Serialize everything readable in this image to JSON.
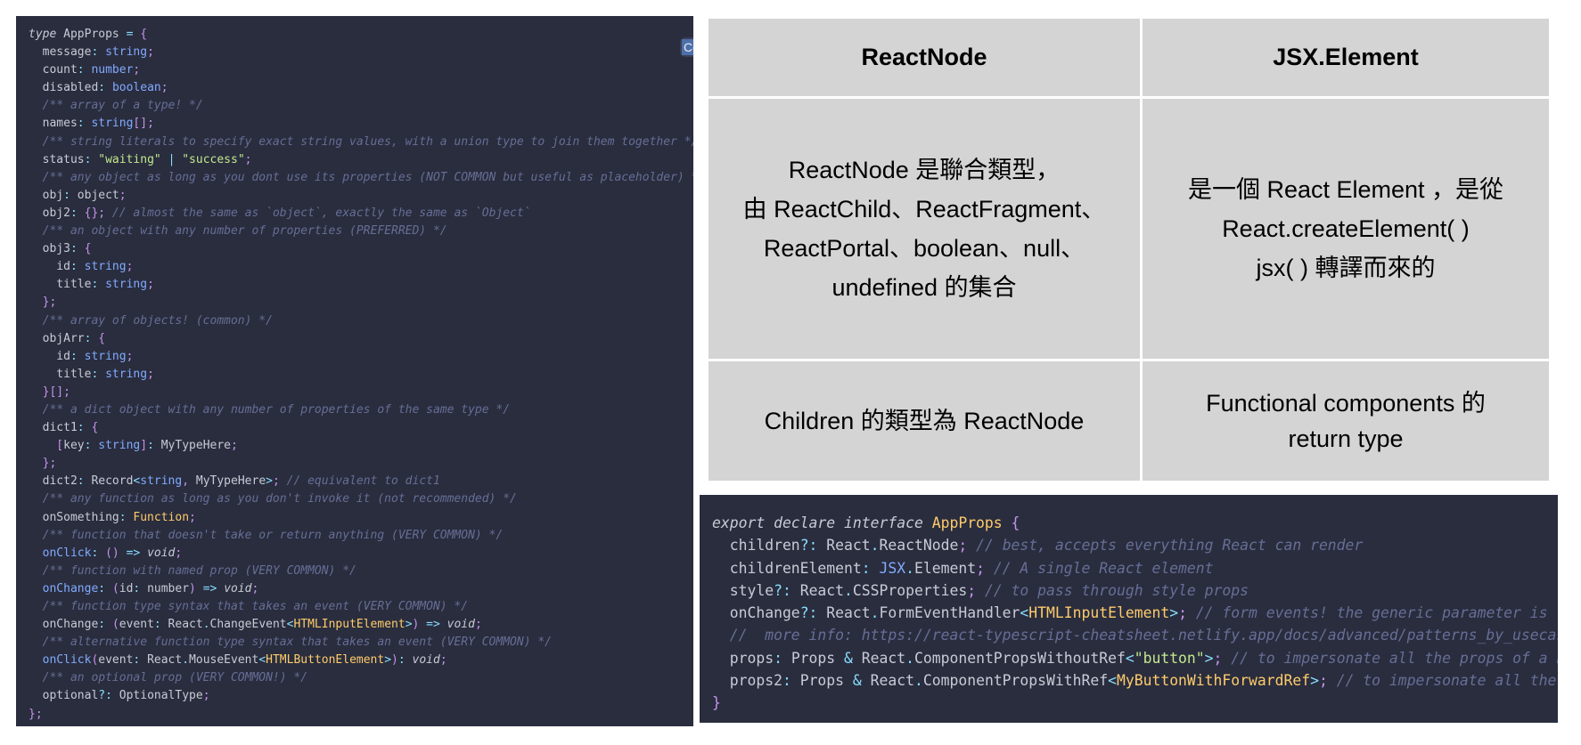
{
  "left_code": {
    "copy_label": "Copy",
    "lines": [
      [
        [
          "kw",
          "type"
        ],
        [
          "",
          " AppProps "
        ],
        [
          "op",
          "="
        ],
        [
          "",
          " "
        ],
        [
          "p",
          "{"
        ]
      ],
      [
        [
          "",
          "  message"
        ],
        [
          "op",
          ":"
        ],
        [
          "",
          " "
        ],
        [
          "t",
          "string"
        ],
        [
          "p",
          ";"
        ]
      ],
      [
        [
          "",
          "  count"
        ],
        [
          "op",
          ":"
        ],
        [
          "",
          " "
        ],
        [
          "t",
          "number"
        ],
        [
          "p",
          ";"
        ]
      ],
      [
        [
          "",
          "  disabled"
        ],
        [
          "op",
          ":"
        ],
        [
          "",
          " "
        ],
        [
          "t",
          "boolean"
        ],
        [
          "p",
          ";"
        ]
      ],
      [
        [
          "c",
          "  /** array of a type! */"
        ]
      ],
      [
        [
          "",
          "  names"
        ],
        [
          "op",
          ":"
        ],
        [
          "",
          " "
        ],
        [
          "t",
          "string"
        ],
        [
          "p",
          "[];"
        ]
      ],
      [
        [
          "c",
          "  /** string literals to specify exact string values, with a union type to join them together */"
        ]
      ],
      [
        [
          "",
          "  status"
        ],
        [
          "op",
          ":"
        ],
        [
          "",
          " "
        ],
        [
          "s",
          "\"waiting\""
        ],
        [
          "",
          " "
        ],
        [
          "op",
          "|"
        ],
        [
          "",
          " "
        ],
        [
          "s",
          "\"success\""
        ],
        [
          "p",
          ";"
        ]
      ],
      [
        [
          "c",
          "  /** any object as long as you dont use its properties (NOT COMMON but useful as placeholder) */"
        ]
      ],
      [
        [
          "",
          "  obj"
        ],
        [
          "op",
          ":"
        ],
        [
          "",
          " object"
        ],
        [
          "p",
          ";"
        ]
      ],
      [
        [
          "",
          "  obj2"
        ],
        [
          "op",
          ":"
        ],
        [
          "",
          " "
        ],
        [
          "p",
          "{};"
        ],
        [
          "c",
          " // almost the same as `object`, exactly the same as `Object`"
        ]
      ],
      [
        [
          "c",
          "  /** an object with any number of properties (PREFERRED) */"
        ]
      ],
      [
        [
          "",
          "  obj3"
        ],
        [
          "op",
          ":"
        ],
        [
          "",
          " "
        ],
        [
          "p",
          "{"
        ]
      ],
      [
        [
          "",
          "    id"
        ],
        [
          "op",
          ":"
        ],
        [
          "",
          " "
        ],
        [
          "t",
          "string"
        ],
        [
          "p",
          ";"
        ]
      ],
      [
        [
          "",
          "    title"
        ],
        [
          "op",
          ":"
        ],
        [
          "",
          " "
        ],
        [
          "t",
          "string"
        ],
        [
          "p",
          ";"
        ]
      ],
      [
        [
          "p",
          "  };"
        ]
      ],
      [
        [
          "c",
          "  /** array of objects! (common) */"
        ]
      ],
      [
        [
          "",
          "  objArr"
        ],
        [
          "op",
          ":"
        ],
        [
          "",
          " "
        ],
        [
          "p",
          "{"
        ]
      ],
      [
        [
          "",
          "    id"
        ],
        [
          "op",
          ":"
        ],
        [
          "",
          " "
        ],
        [
          "t",
          "string"
        ],
        [
          "p",
          ";"
        ]
      ],
      [
        [
          "",
          "    title"
        ],
        [
          "op",
          ":"
        ],
        [
          "",
          " "
        ],
        [
          "t",
          "string"
        ],
        [
          "p",
          ";"
        ]
      ],
      [
        [
          "p",
          "  }[];"
        ]
      ],
      [
        [
          "c",
          "  /** a dict object with any number of properties of the same type */"
        ]
      ],
      [
        [
          "",
          "  dict1"
        ],
        [
          "op",
          ":"
        ],
        [
          "",
          " "
        ],
        [
          "p",
          "{"
        ]
      ],
      [
        [
          "p",
          "    ["
        ],
        [
          "",
          "key"
        ],
        [
          "op",
          ":"
        ],
        [
          "",
          " "
        ],
        [
          "t",
          "string"
        ],
        [
          "p",
          "]"
        ],
        [
          "op",
          ":"
        ],
        [
          "",
          " MyTypeHere"
        ],
        [
          "p",
          ";"
        ]
      ],
      [
        [
          "p",
          "  };"
        ]
      ],
      [
        [
          "",
          "  dict2"
        ],
        [
          "op",
          ":"
        ],
        [
          "",
          " Record"
        ],
        [
          "op",
          "<"
        ],
        [
          "t",
          "string"
        ],
        [
          "p",
          ","
        ],
        [
          "",
          " MyTypeHere"
        ],
        [
          "op",
          ">"
        ],
        [
          "p",
          ";"
        ],
        [
          "c",
          " // equivalent to dict1"
        ]
      ],
      [
        [
          "c",
          "  /** any function as long as you don't invoke it (not recommended) */"
        ]
      ],
      [
        [
          "",
          "  onSomething"
        ],
        [
          "op",
          ":"
        ],
        [
          "",
          " "
        ],
        [
          "y",
          "Function"
        ],
        [
          "p",
          ";"
        ]
      ],
      [
        [
          "c",
          "  /** function that doesn't take or return anything (VERY COMMON) */"
        ]
      ],
      [
        [
          "f",
          "  onClick"
        ],
        [
          "op",
          ":"
        ],
        [
          "",
          " "
        ],
        [
          "p",
          "()"
        ],
        [
          "",
          " "
        ],
        [
          "op",
          "=>"
        ],
        [
          "",
          " "
        ],
        [
          "v",
          "void"
        ],
        [
          "p",
          ";"
        ]
      ],
      [
        [
          "c",
          "  /** function with named prop (VERY COMMON) */"
        ]
      ],
      [
        [
          "f",
          "  onChange"
        ],
        [
          "op",
          ":"
        ],
        [
          "",
          " "
        ],
        [
          "p",
          "("
        ],
        [
          "",
          "id"
        ],
        [
          "op",
          ":"
        ],
        [
          "",
          " number"
        ],
        [
          "p",
          ")"
        ],
        [
          "",
          " "
        ],
        [
          "op",
          "=>"
        ],
        [
          "",
          " "
        ],
        [
          "v",
          "void"
        ],
        [
          "p",
          ";"
        ]
      ],
      [
        [
          "c",
          "  /** function type syntax that takes an event (VERY COMMON) */"
        ]
      ],
      [
        [
          "",
          "  onChange"
        ],
        [
          "op",
          ":"
        ],
        [
          "",
          " "
        ],
        [
          "p",
          "("
        ],
        [
          "",
          "event"
        ],
        [
          "op",
          ":"
        ],
        [
          "",
          " React"
        ],
        [
          "op",
          "."
        ],
        [
          "",
          "ChangeEvent"
        ],
        [
          "op",
          "<"
        ],
        [
          "y",
          "HTMLInputElement"
        ],
        [
          "op",
          ">"
        ],
        [
          "p",
          ")"
        ],
        [
          "",
          " "
        ],
        [
          "op",
          "=>"
        ],
        [
          "",
          " "
        ],
        [
          "v",
          "void"
        ],
        [
          "p",
          ";"
        ]
      ],
      [
        [
          "c",
          "  /** alternative function type syntax that takes an event (VERY COMMON) */"
        ]
      ],
      [
        [
          "f",
          "  onClick"
        ],
        [
          "p",
          "("
        ],
        [
          "",
          "event"
        ],
        [
          "op",
          ":"
        ],
        [
          "",
          " React"
        ],
        [
          "op",
          "."
        ],
        [
          "",
          "MouseEvent"
        ],
        [
          "op",
          "<"
        ],
        [
          "y",
          "HTMLButtonElement"
        ],
        [
          "op",
          ">"
        ],
        [
          "p",
          ")"
        ],
        [
          "op",
          ":"
        ],
        [
          "",
          " "
        ],
        [
          "v",
          "void"
        ],
        [
          "p",
          ";"
        ]
      ],
      [
        [
          "c",
          "  /** an optional prop (VERY COMMON!) */"
        ]
      ],
      [
        [
          "",
          "  optional"
        ],
        [
          "op",
          "?:"
        ],
        [
          "",
          " OptionalType"
        ],
        [
          "p",
          ";"
        ]
      ],
      [
        [
          "p",
          "};"
        ]
      ]
    ]
  },
  "table": {
    "headers": [
      "ReactNode",
      "JSX.Element"
    ],
    "rows": [
      [
        "ReactNode 是聯合類型，\n由 ReactChild、ReactFragment、\nReactPortal、boolean、null、\nundefined 的集合",
        "是一個 React Element ，是從\nReact.createElement( )\njsx( ) 轉譯而來的"
      ],
      [
        "Children 的類型為 ReactNode",
        "Functional components 的\nreturn type"
      ]
    ]
  },
  "bottom_code": {
    "lines": [
      [
        [
          "kw",
          "export declare interface"
        ],
        [
          "",
          " "
        ],
        [
          "y",
          "AppProps"
        ],
        [
          "",
          " "
        ],
        [
          "p",
          "{"
        ]
      ],
      [
        [
          "",
          "  children"
        ],
        [
          "op",
          "?:"
        ],
        [
          "",
          " React"
        ],
        [
          "op",
          "."
        ],
        [
          "",
          "ReactNode"
        ],
        [
          "p",
          ";"
        ],
        [
          "c",
          " // best, accepts everything React can render"
        ]
      ],
      [
        [
          "",
          "  childrenElement"
        ],
        [
          "op",
          ":"
        ],
        [
          "",
          " "
        ],
        [
          "t",
          "JSX"
        ],
        [
          "op",
          "."
        ],
        [
          "",
          "Element"
        ],
        [
          "p",
          ";"
        ],
        [
          "c",
          " // A single React element"
        ]
      ],
      [
        [
          "",
          "  style"
        ],
        [
          "op",
          "?:"
        ],
        [
          "",
          " React"
        ],
        [
          "op",
          "."
        ],
        [
          "",
          "CSSProperties"
        ],
        [
          "p",
          ";"
        ],
        [
          "c",
          " // to pass through style props"
        ]
      ],
      [
        [
          "",
          "  onChange"
        ],
        [
          "op",
          "?:"
        ],
        [
          "",
          " React"
        ],
        [
          "op",
          "."
        ],
        [
          "",
          "FormEventHandler"
        ],
        [
          "op",
          "<"
        ],
        [
          "y",
          "HTMLInputElement"
        ],
        [
          "op",
          ">"
        ],
        [
          "p",
          ";"
        ],
        [
          "c",
          " // form events! the generic parameter is the type of event.target"
        ]
      ],
      [
        [
          "c",
          "  //  more info: https://react-typescript-cheatsheet.netlify.app/docs/advanced/patterns_by_usecase/#wrappingmirroring"
        ]
      ],
      [
        [
          "",
          "  props"
        ],
        [
          "op",
          ":"
        ],
        [
          "",
          " Props "
        ],
        [
          "op",
          "&"
        ],
        [
          "",
          " React"
        ],
        [
          "op",
          "."
        ],
        [
          "",
          "ComponentPropsWithoutRef"
        ],
        [
          "op",
          "<"
        ],
        [
          "s",
          "\"button\""
        ],
        [
          "op",
          ">"
        ],
        [
          "p",
          ";"
        ],
        [
          "c",
          " // to impersonate all the props of a button element"
        ]
      ],
      [
        [
          "",
          "  props2"
        ],
        [
          "op",
          ":"
        ],
        [
          "",
          " Props "
        ],
        [
          "op",
          "&"
        ],
        [
          "",
          " React"
        ],
        [
          "op",
          "."
        ],
        [
          "",
          "ComponentPropsWithRef"
        ],
        [
          "op",
          "<"
        ],
        [
          "y",
          "MyButtonWithForwardRef"
        ],
        [
          "op",
          ">"
        ],
        [
          "p",
          ";"
        ],
        [
          "c",
          " // to impersonate all the props of MyButtonForwardRef"
        ]
      ],
      [
        [
          "p",
          "}"
        ]
      ]
    ]
  },
  "colors": {
    "code_bg": "#292d3e",
    "table_cell_bg": "#d4d4d4",
    "comment": "#676e95",
    "keyword_purple": "#c792ea",
    "type_blue": "#82aaff",
    "string_green": "#c3e88d",
    "class_yellow": "#ffcb6b"
  }
}
